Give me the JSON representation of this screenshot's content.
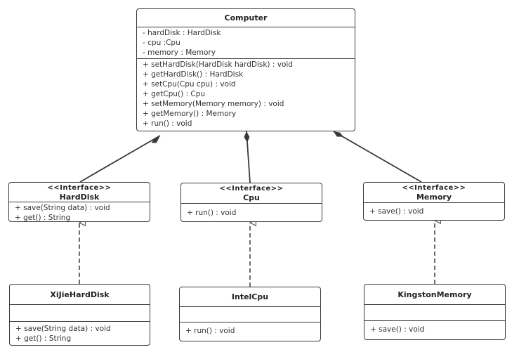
{
  "computer": {
    "name": "Computer",
    "attributes": [
      "- hardDisk : HardDisk",
      "- cpu :Cpu",
      "- memory : Memory"
    ],
    "operations": [
      "+ setHardDisk(HardDisk hardDisk) : void",
      "+ getHardDisk() : HardDisk",
      "+ setCpu(Cpu cpu) : void",
      "+ getCpu() : Cpu",
      "+ setMemory(Memory memory) : void",
      "+ getMemory() : Memory",
      "+ run() : void"
    ]
  },
  "interfaces": {
    "harddisk": {
      "stereotype": "<<Interface>>",
      "name": "HardDisk",
      "operations": [
        "+ save(String data) : void",
        "+ get() : String"
      ]
    },
    "cpu": {
      "stereotype": "<<Interface>>",
      "name": "Cpu",
      "operations": [
        "+ run() : void"
      ]
    },
    "memory": {
      "stereotype": "<<Interface>>",
      "name": "Memory",
      "operations": [
        "+ save() : void"
      ]
    }
  },
  "implementations": {
    "xijie": {
      "name": "XiJieHardDisk",
      "operations": [
        "+ save(String data) : void",
        "+ get() : String"
      ]
    },
    "intel": {
      "name": "IntelCpu",
      "operations": [
        "+ run() : void"
      ]
    },
    "kingston": {
      "name": "KingstonMemory",
      "operations": [
        "+ save() : void"
      ]
    }
  },
  "colors": {
    "line": "#3a3a3a",
    "border": "#3a3a3a",
    "text": "#333333"
  }
}
